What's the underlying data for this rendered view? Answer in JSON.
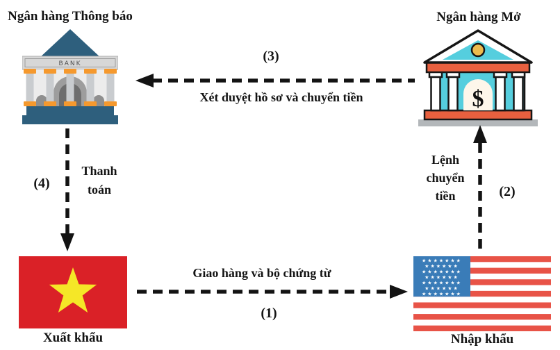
{
  "diagram": {
    "nodes": {
      "advising_bank": {
        "label": "Ngân hàng Thông báo",
        "icon": "bank-classic",
        "sign_text": "BANK"
      },
      "opening_bank": {
        "label": "Ngân hàng Mở",
        "icon": "bank-outline",
        "door_symbol": "$"
      },
      "exporter": {
        "label": "Xuất khẩu",
        "icon": "vietnam-flag"
      },
      "importer": {
        "label": "Nhập khẩu",
        "icon": "usa-flag"
      }
    },
    "arrows": [
      {
        "step": "(1)",
        "label": "Giao hàng và bộ chứng từ",
        "from": "exporter",
        "to": "importer",
        "direction": "right",
        "style": "dashed"
      },
      {
        "step": "(2)",
        "label": "Lệnh chuyển tiền",
        "from": "importer",
        "to": "opening_bank",
        "direction": "up",
        "style": "dashed"
      },
      {
        "step": "(3)",
        "label": "Xét duyệt hồ sơ và chuyển tiền",
        "from": "opening_bank",
        "to": "advising_bank",
        "direction": "left",
        "style": "dashed"
      },
      {
        "step": "(4)",
        "label": "Thanh toán",
        "from": "advising_bank",
        "to": "exporter",
        "direction": "down",
        "style": "dashed"
      }
    ],
    "colors": {
      "arrow": "#131313",
      "text": "#131313",
      "bank1_roof": "#2e5f7d",
      "bank1_accent": "#f5992e",
      "bank1_stone": "#d7d7d7",
      "bank1_column": "#c9cccf",
      "bank2_teal": "#55cede",
      "bank2_orange": "#e8603f",
      "bank2_gold": "#ecbb4e",
      "bank2_platform": "#b3b7ba",
      "vn_red": "#da2127",
      "vn_yellow": "#f5e727",
      "us_red": "#e85347",
      "us_blue": "#3a7cb8"
    }
  }
}
